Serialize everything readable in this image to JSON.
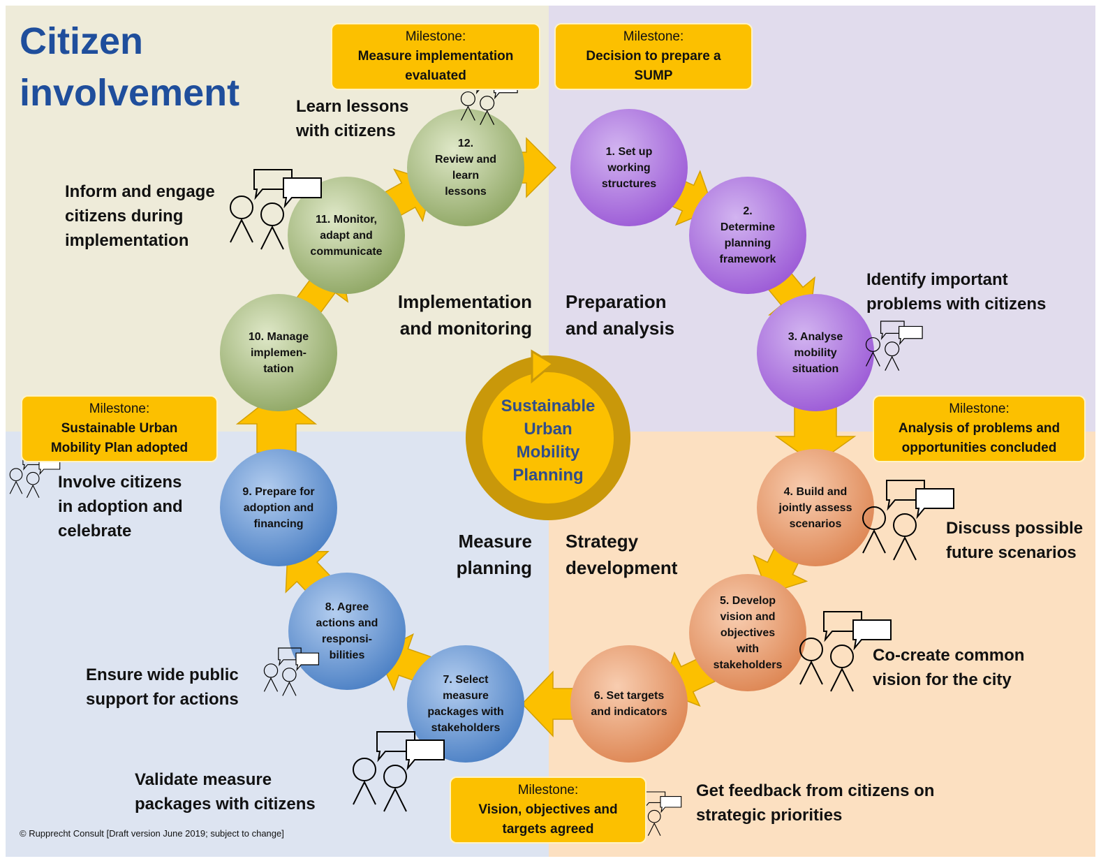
{
  "title": {
    "line1": "Citizen",
    "line2": "involvement"
  },
  "center_label": {
    "line1": "Sustainable",
    "line2": "Urban",
    "line3": "Mobility",
    "line4": "Planning"
  },
  "phases": {
    "implementation": {
      "line1": "Implementation",
      "line2": "and monitoring"
    },
    "preparation": {
      "line1": "Preparation",
      "line2": "and analysis"
    },
    "measure": {
      "line1": "Measure",
      "line2": "planning"
    },
    "strategy": {
      "line1": "Strategy",
      "line2": "development"
    }
  },
  "steps": {
    "s1": {
      "lines": [
        "1. Set up",
        "working",
        "structures"
      ],
      "color": "#9b59d6"
    },
    "s2": {
      "lines": [
        "2.",
        "Determine",
        "planning",
        "framework"
      ],
      "color": "#9b59d6"
    },
    "s3": {
      "lines": [
        "3. Analyse",
        "mobility",
        "situation"
      ],
      "color": "#9b59d6"
    },
    "s4": {
      "lines": [
        "4. Build and",
        "jointly assess",
        "scenarios"
      ],
      "color": "#e0895a"
    },
    "s5": {
      "lines": [
        "5. Develop",
        "vision and",
        "objectives",
        "with",
        "stakeholders"
      ],
      "color": "#e0895a"
    },
    "s6": {
      "lines": [
        "6. Set targets",
        "and indicators"
      ],
      "color": "#e0895a"
    },
    "s7": {
      "lines": [
        "7. Select",
        "measure",
        "packages with",
        "stakeholders"
      ],
      "color": "#4a7fc4"
    },
    "s8": {
      "lines": [
        "8. Agree",
        "actions and",
        "responsi-",
        "bilities"
      ],
      "color": "#4a7fc4"
    },
    "s9": {
      "lines": [
        "9. Prepare for",
        "adoption and",
        "financing"
      ],
      "color": "#4a7fc4"
    },
    "s10": {
      "lines": [
        "10. Manage",
        "implemen-",
        "tation"
      ],
      "color": "#95ad6a"
    },
    "s11": {
      "lines": [
        "11. Monitor,",
        "adapt and",
        "communicate"
      ],
      "color": "#95ad6a"
    },
    "s12": {
      "lines": [
        "12.",
        "Review and",
        "learn",
        "lessons"
      ],
      "color": "#95ad6a"
    }
  },
  "milestones": {
    "m1": {
      "label": "Milestone:",
      "line1": "Measure implementation",
      "line2": "evaluated"
    },
    "m2": {
      "label": "Milestone:",
      "line1": "Decision to prepare a",
      "line2": "SUMP"
    },
    "m3": {
      "label": "Milestone:",
      "line1": "Sustainable Urban",
      "line2": "Mobility Plan adopted"
    },
    "m4": {
      "label": "Milestone:",
      "line1": "Analysis of problems and",
      "line2": "opportunities concluded"
    },
    "m5": {
      "label": "Milestone:",
      "line1": "Vision, objectives and",
      "line2": "targets agreed"
    }
  },
  "activities": {
    "a12": {
      "line1": "Learn lessons",
      "line2": "with citizens"
    },
    "a11": {
      "line1": "Inform and engage",
      "line2": "citizens during",
      "line3": "implementation"
    },
    "a3": {
      "line1": "Identify important",
      "line2": "problems with citizens"
    },
    "a9": {
      "line1": "Involve citizens",
      "line2": "in adoption and",
      "line3": "celebrate"
    },
    "a4": {
      "line1": "Discuss possible",
      "line2": "future scenarios"
    },
    "a5": {
      "line1": "Co-create common",
      "line2": "vision for the city"
    },
    "a8": {
      "line1": "Ensure wide public",
      "line2": "support for actions"
    },
    "a7": {
      "line1": "Validate measure",
      "line2": "packages with citizens"
    },
    "a6": {
      "line1": "Get feedback from citizens on",
      "line2": "strategic priorities"
    }
  },
  "colors": {
    "preparation": "#9b59d6",
    "strategy": "#e0895a",
    "measure": "#4a7fc4",
    "implementation": "#95ad6a",
    "arrow": "#fcc000",
    "arrow_edge": "#d4a000",
    "title": "#1f4e9c",
    "center_text": "#2f4d8c"
  },
  "copyright": "© Rupprecht Consult [Draft version June 2019; subject to change]"
}
